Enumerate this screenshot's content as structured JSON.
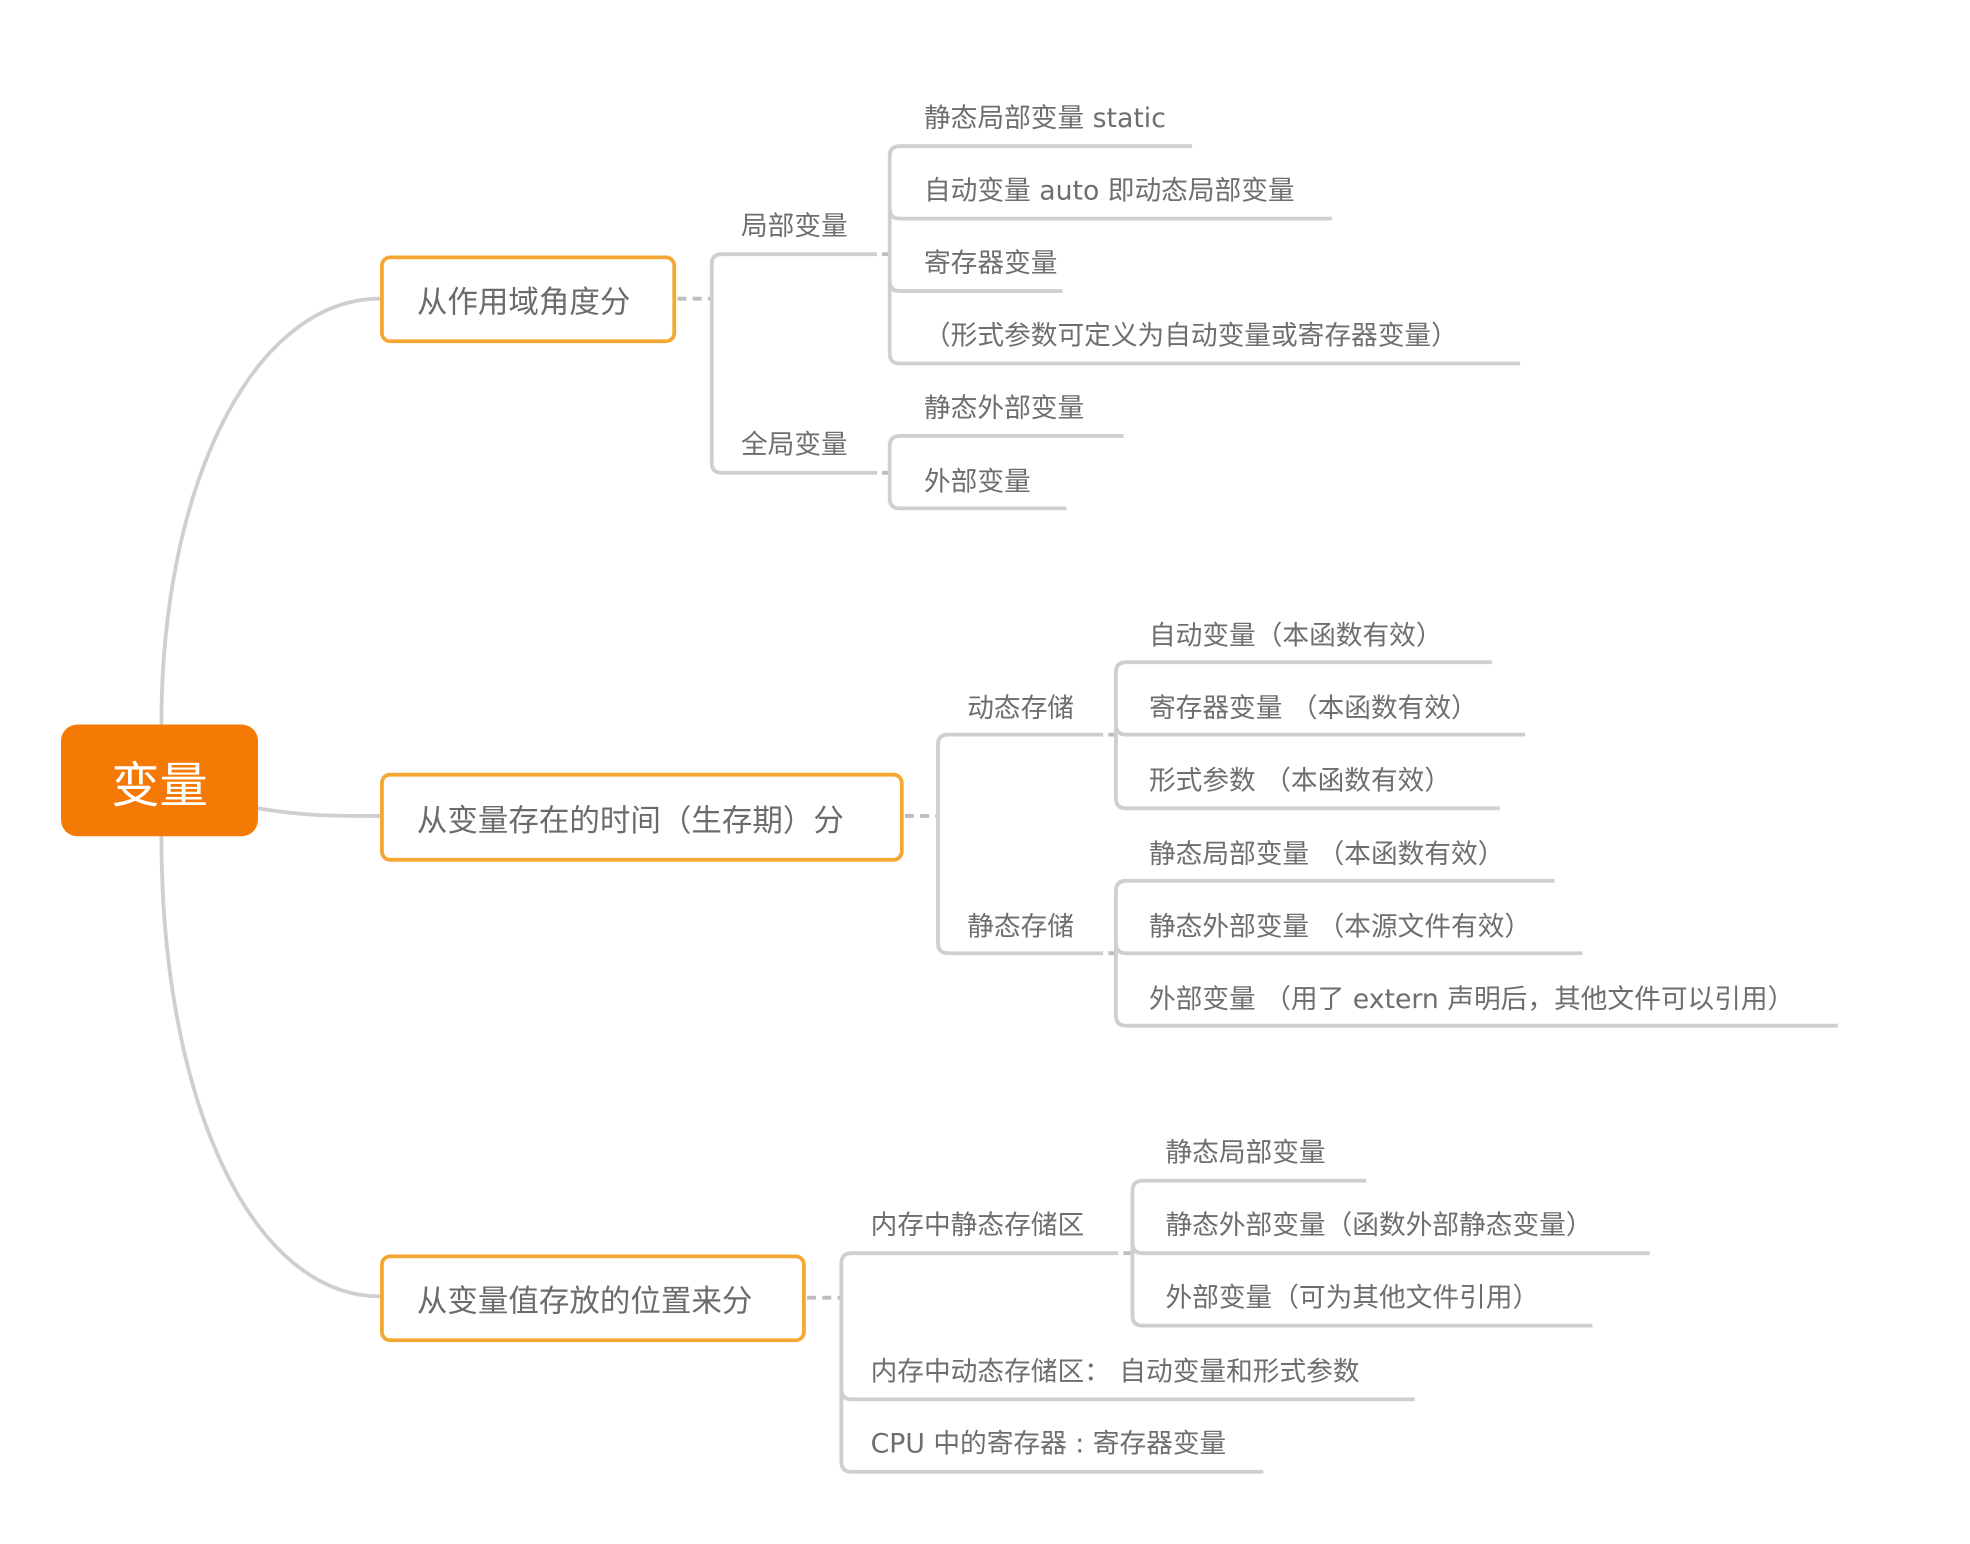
{
  "root": "变量",
  "branches": [
    {
      "label": "从作用域角度分",
      "groups": [
        {
          "label": "局部变量",
          "items": [
            "静态局部变量 static",
            "自动变量 auto 即动态局部变量",
            "寄存器变量",
            "（形式参数可定义为自动变量或寄存器变量）"
          ]
        },
        {
          "label": "全局变量",
          "items": [
            "静态外部变量",
            "外部变量"
          ]
        }
      ]
    },
    {
      "label": "从变量存在的时间（生存期）分",
      "groups": [
        {
          "label": "动态存储",
          "items": [
            "自动变量（本函数有效）",
            "寄存器变量 （本函数有效）",
            "形式参数 （本函数有效）"
          ]
        },
        {
          "label": "静态存储",
          "items": [
            "静态局部变量 （本函数有效）",
            "静态外部变量 （本源文件有效）",
            "外部变量 （用了 extern 声明后，其他文件可以引用）"
          ]
        }
      ]
    },
    {
      "label": "从变量值存放的位置来分",
      "groups": [
        {
          "label": "内存中静态存储区",
          "items": [
            "静态局部变量",
            "静态外部变量（函数外部静态变量）",
            "外部变量（可为其他文件引用）"
          ]
        },
        {
          "label": "内存中动态存储区：  自动变量和形式参数",
          "items": []
        },
        {
          "label": "CPU 中的寄存器 : 寄存器变量",
          "items": []
        }
      ]
    }
  ],
  "colors": {
    "root": "#F57A05",
    "branch_border": "#F5A733",
    "line": "#CFCFCF",
    "text": "#6E6E6E"
  }
}
